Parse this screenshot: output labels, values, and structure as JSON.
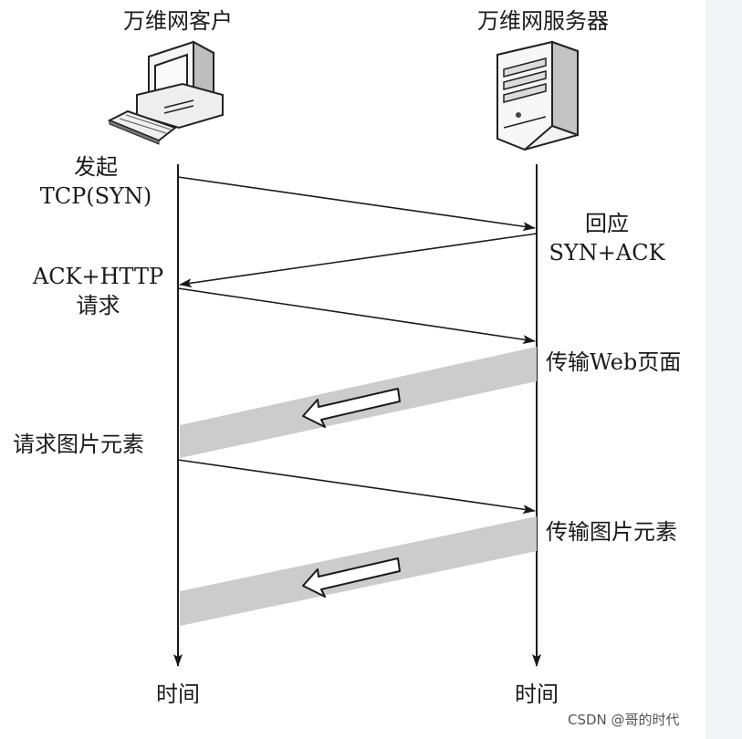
{
  "client": {
    "title": "万维网客户",
    "icon": "desktop-computer-icon"
  },
  "server": {
    "title": "万维网服务器",
    "icon": "tower-server-icon"
  },
  "labels": {
    "syn_line1": "发起",
    "syn_line2": "TCP(SYN)",
    "synack_line1": "回应",
    "synack_line2": "SYN+ACK",
    "ack_line1": "ACK+HTTP",
    "ack_line2": "请求",
    "web_page": "传输Web页面",
    "request_images": "请求图片元素",
    "transfer_images": "传输图片元素",
    "time_client": "时间",
    "time_server": "时间"
  },
  "watermark": "CSDN @哥的时代",
  "colors": {
    "transfer_band": "#cccccc",
    "line": "#1a1a1a"
  }
}
